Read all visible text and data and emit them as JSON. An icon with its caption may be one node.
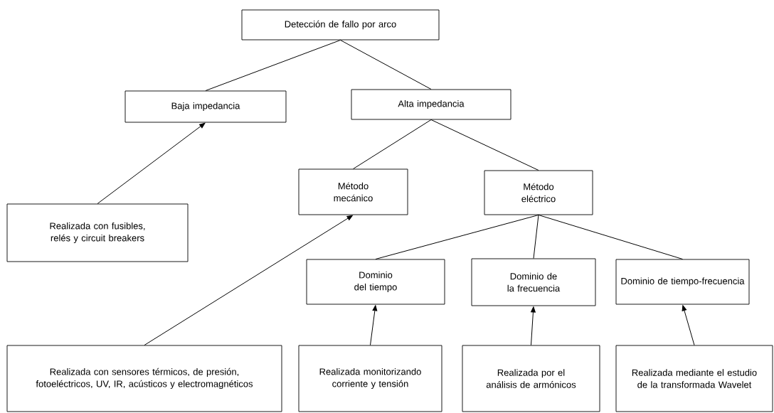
{
  "diagram": {
    "nodes": [
      {
        "text": [
          "Detección de fallo por arco"
        ]
      },
      {
        "text": [
          "Baja impedancia"
        ]
      },
      {
        "text": [
          "Alta impedancia"
        ]
      },
      {
        "text": [
          "Realizada con fusibles, relés y circuit breakers"
        ]
      },
      {
        "text": [
          "Método mecánico"
        ]
      },
      {
        "text": [
          "Método eléctrico"
        ]
      },
      {
        "text": [
          "Dominio del tiempo"
        ]
      },
      {
        "text": [
          "Dominio de la frecuencia"
        ]
      },
      {
        "text": [
          "Dominio de tiempo-frecuencia"
        ]
      },
      {
        "text": [
          "Realizada con sensores térmicos, de presión, fotoeléctricos, UV, IR, acústicos y electromagnéticos"
        ]
      },
      {
        "text": [
          "Realizada monitorizando corriente y tensión"
        ]
      },
      {
        "text": [
          "Realizada por el análisis de armónicos"
        ]
      },
      {
        "text": [
          "Realizada mediante el estudio de la transformada Wavelet"
        ]
      }
    ],
    "edges": [
      {
        "from": 0,
        "to": 1,
        "arrow": "none"
      },
      {
        "from": 0,
        "to": 2,
        "arrow": "none"
      },
      {
        "from": 3,
        "to": 1,
        "arrow": "to"
      },
      {
        "from": 2,
        "to": 4,
        "arrow": "none"
      },
      {
        "from": 2,
        "to": 5,
        "arrow": "none"
      },
      {
        "from": 9,
        "to": 4,
        "arrow": "to"
      },
      {
        "from": 5,
        "to": 6,
        "arrow": "none"
      },
      {
        "from": 5,
        "to": 7,
        "arrow": "none"
      },
      {
        "from": 5,
        "to": 8,
        "arrow": "none"
      },
      {
        "from": 10,
        "to": 6,
        "arrow": "to"
      },
      {
        "from": 11,
        "to": 7,
        "arrow": "to"
      },
      {
        "from": 12,
        "to": 8,
        "arrow": "to"
      }
    ]
  }
}
